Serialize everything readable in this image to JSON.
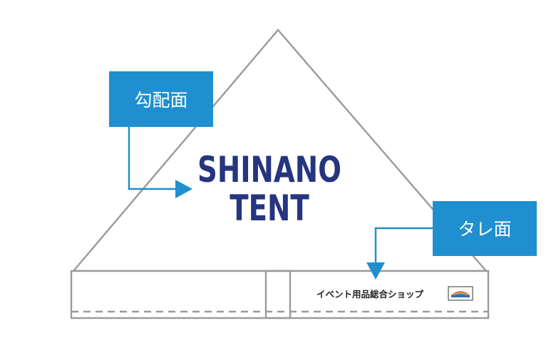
{
  "diagram": {
    "logo_line1": "SHINANO",
    "logo_line2": "TENT",
    "callout_slope": "勾配面",
    "callout_valance": "タレ面",
    "valance_print": "イベント用品総合ショップ"
  },
  "colors": {
    "outline": "#9a9a9a",
    "callout_fill": "#1f8fcf",
    "callout_text": "#ffffff",
    "logo_text": "#25357f",
    "arrow": "#1f8fcf"
  }
}
